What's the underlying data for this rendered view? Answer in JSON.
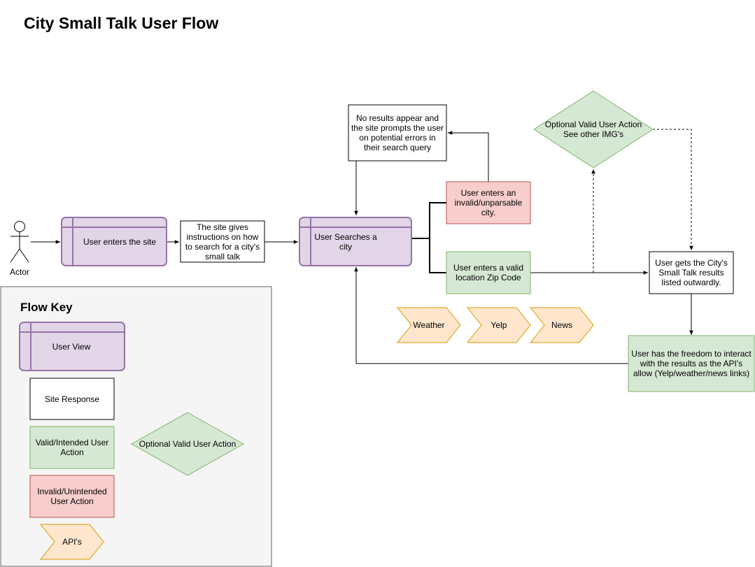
{
  "title": "City Small Talk User Flow",
  "actor_label": "Actor",
  "nodes": {
    "user_enters_site": "User enters the site",
    "site_instructions": "The site gives instructions on how to search for a city's small talk",
    "user_searches": "User Searches a city",
    "no_results": "No results appear and the site prompts the user on potential errors in their search query",
    "invalid_city": "User enters an invalid/unparsable city.",
    "valid_zip": "User enters a valid location Zip Code",
    "optional_action": "Optional Valid User Action See other IMG's",
    "results_listed": "User gets the City's Small Talk results listed outwardly.",
    "freedom_interact": "User has the freedom to interact with the results as the API's allow (Yelp/weather/news links)"
  },
  "apis": [
    "Weather",
    "Yelp",
    "News"
  ],
  "key": {
    "title": "Flow Key",
    "user_view": "User View",
    "site_response": "Site Response",
    "valid_action": "Valid/Intended User Action",
    "optional_action": "Optional Valid User Action",
    "invalid_action": "Invalid/Unintended User Action",
    "apis": "API's"
  },
  "colors": {
    "purple_fill": "#e1d5e7",
    "purple_stroke": "#9673a6",
    "green_fill": "#d5e8d4",
    "green_stroke": "#82b366",
    "red_fill": "#f8cecc",
    "red_stroke": "#b85450",
    "orange_fill": "#ffe6cc",
    "orange_stroke": "#d79b00",
    "key_bg": "#f5f5f5",
    "key_stroke": "#666666"
  }
}
